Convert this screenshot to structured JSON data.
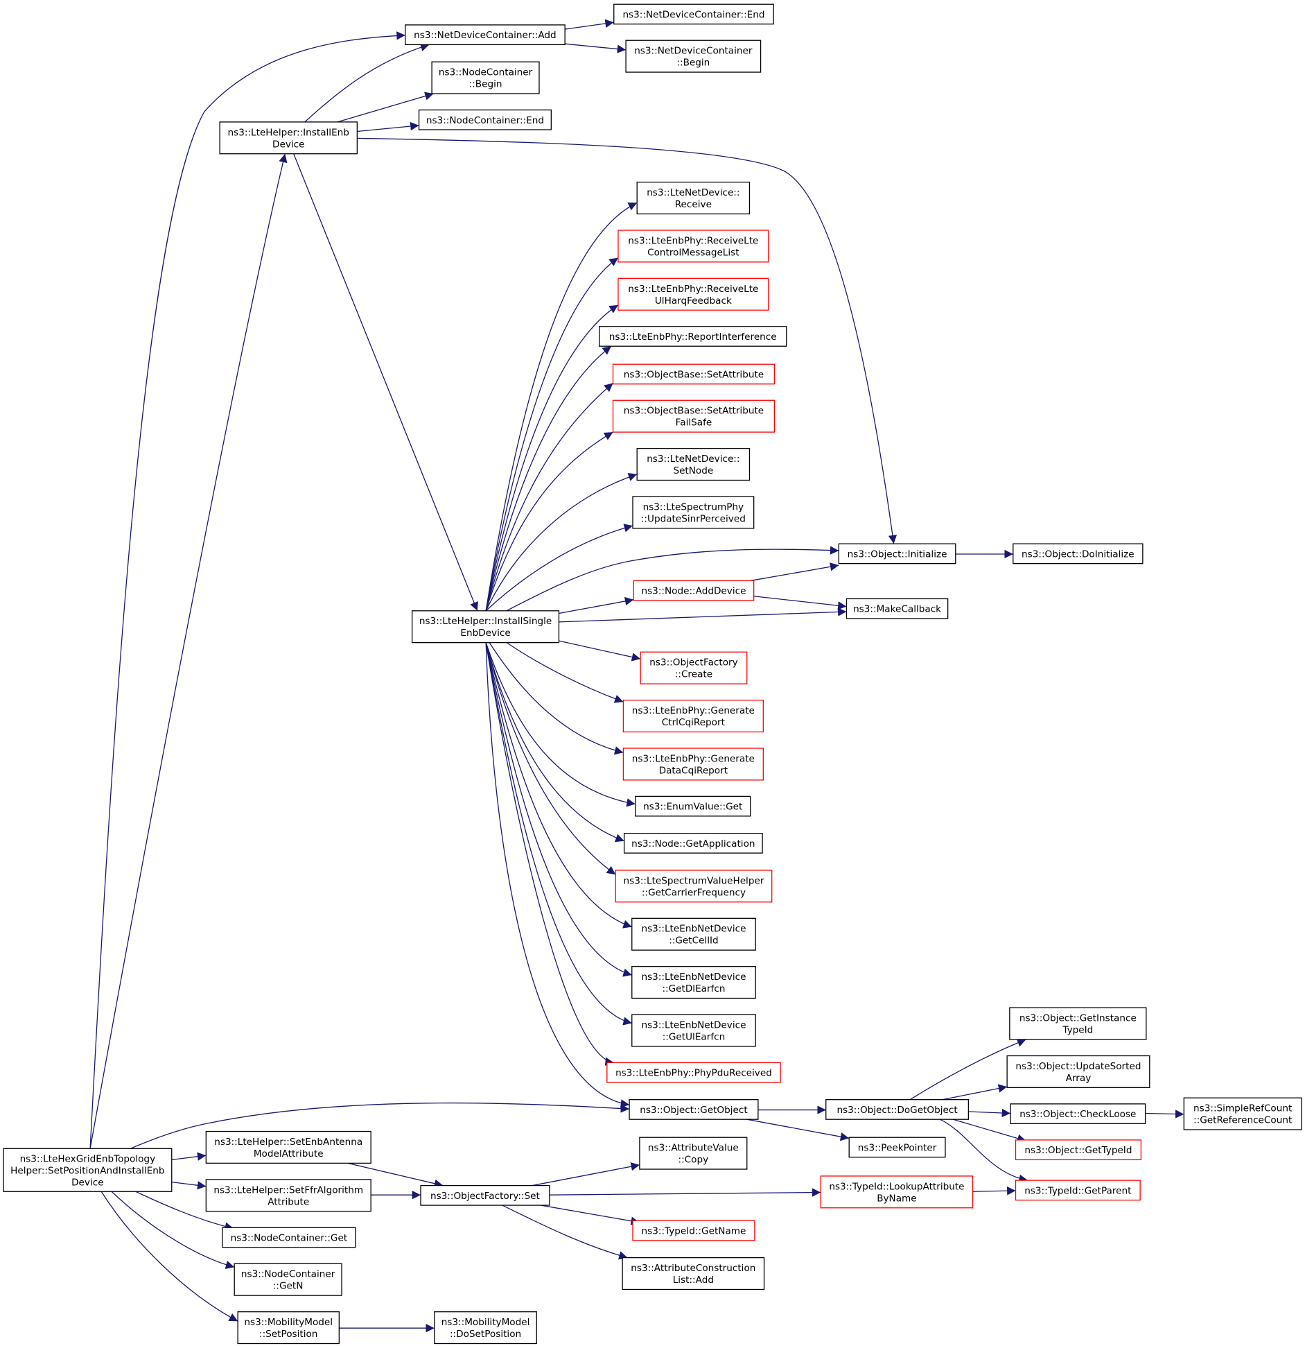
{
  "colors": {
    "edge": "#191970",
    "node_border": "#000000",
    "node_border_undocumented": "#ff0000",
    "root_fill": "#bfbfbf",
    "background": "#ffffff"
  },
  "nodes": [
    {
      "id": "root",
      "lines": [
        "ns3::LteHexGridEnbTopology",
        "Helper::SetPositionAndInstallEnb",
        "Device"
      ],
      "root": true
    },
    {
      "id": "installEnbDevice",
      "lines": [
        "ns3::LteHelper::InstallEnb",
        "Device"
      ]
    },
    {
      "id": "ndcAdd",
      "lines": [
        "ns3::NetDeviceContainer::Add"
      ]
    },
    {
      "id": "ndcEnd",
      "lines": [
        "ns3::NetDeviceContainer::End"
      ]
    },
    {
      "id": "ndcBegin",
      "lines": [
        "ns3::NetDeviceContainer",
        "::Begin"
      ]
    },
    {
      "id": "ncBegin",
      "lines": [
        "ns3::NodeContainer",
        "::Begin"
      ]
    },
    {
      "id": "ncEnd",
      "lines": [
        "ns3::NodeContainer::End"
      ]
    },
    {
      "id": "netDevReceive",
      "lines": [
        "ns3::LteNetDevice::",
        "Receive"
      ]
    },
    {
      "id": "recvCtrlMsg",
      "lines": [
        "ns3::LteEnbPhy::ReceiveLte",
        "ControlMessageList"
      ],
      "red": true
    },
    {
      "id": "recvUlHarq",
      "lines": [
        "ns3::LteEnbPhy::ReceiveLte",
        "UlHarqFeedback"
      ],
      "red": true
    },
    {
      "id": "reportInterference",
      "lines": [
        "ns3::LteEnbPhy::ReportInterference"
      ]
    },
    {
      "id": "setAttribute",
      "lines": [
        "ns3::ObjectBase::SetAttribute"
      ],
      "red": true
    },
    {
      "id": "setAttributeFailSafe",
      "lines": [
        "ns3::ObjectBase::SetAttribute",
        "FailSafe"
      ],
      "red": true
    },
    {
      "id": "netDevSetNode",
      "lines": [
        "ns3::LteNetDevice::",
        "SetNode"
      ]
    },
    {
      "id": "updateSinr",
      "lines": [
        "ns3::LteSpectrumPhy",
        "::UpdateSinrPerceived"
      ]
    },
    {
      "id": "objInitialize",
      "lines": [
        "ns3::Object::Initialize"
      ]
    },
    {
      "id": "objDoInitialize",
      "lines": [
        "ns3::Object::DoInitialize"
      ]
    },
    {
      "id": "nodeAddDevice",
      "lines": [
        "ns3::Node::AddDevice"
      ],
      "red": true
    },
    {
      "id": "makeCallback",
      "lines": [
        "ns3::MakeCallback"
      ]
    },
    {
      "id": "installSingle",
      "lines": [
        "ns3::LteHelper::InstallSingle",
        "EnbDevice"
      ]
    },
    {
      "id": "objFactoryCreate",
      "lines": [
        "ns3::ObjectFactory",
        "::Create"
      ],
      "red": true
    },
    {
      "id": "genCtrlCqi",
      "lines": [
        "ns3::LteEnbPhy::Generate",
        "CtrlCqiReport"
      ],
      "red": true
    },
    {
      "id": "genDataCqi",
      "lines": [
        "ns3::LteEnbPhy::Generate",
        "DataCqiReport"
      ],
      "red": true
    },
    {
      "id": "enumGet",
      "lines": [
        "ns3::EnumValue::Get"
      ]
    },
    {
      "id": "nodeGetApp",
      "lines": [
        "ns3::Node::GetApplication"
      ]
    },
    {
      "id": "getCarrierFreq",
      "lines": [
        "ns3::LteSpectrumValueHelper",
        "::GetCarrierFrequency"
      ],
      "red": true
    },
    {
      "id": "getCellId",
      "lines": [
        "ns3::LteEnbNetDevice",
        "::GetCellId"
      ]
    },
    {
      "id": "getDlEarfcn",
      "lines": [
        "ns3::LteEnbNetDevice",
        "::GetDlEarfcn"
      ]
    },
    {
      "id": "getUlEarfcn",
      "lines": [
        "ns3::LteEnbNetDevice",
        "::GetUlEarfcn"
      ]
    },
    {
      "id": "phyPduReceived",
      "lines": [
        "ns3::LteEnbPhy::PhyPduReceived"
      ],
      "red": true
    },
    {
      "id": "getObject",
      "lines": [
        "ns3::Object::GetObject"
      ]
    },
    {
      "id": "doGetObject",
      "lines": [
        "ns3::Object::DoGetObject"
      ]
    },
    {
      "id": "getInstanceTypeId",
      "lines": [
        "ns3::Object::GetInstance",
        "TypeId"
      ]
    },
    {
      "id": "updateSortedArray",
      "lines": [
        "ns3::Object::UpdateSorted",
        "Array"
      ]
    },
    {
      "id": "checkLoose",
      "lines": [
        "ns3::Object::CheckLoose"
      ]
    },
    {
      "id": "getRefCount",
      "lines": [
        "ns3::SimpleRefCount",
        "::GetReferenceCount"
      ]
    },
    {
      "id": "getTypeId",
      "lines": [
        "ns3::Object::GetTypeId"
      ],
      "red": true
    },
    {
      "id": "peekPointer",
      "lines": [
        "ns3::PeekPointer"
      ]
    },
    {
      "id": "setEnbAntenna",
      "lines": [
        "ns3::LteHelper::SetEnbAntenna",
        "ModelAttribute"
      ]
    },
    {
      "id": "setFfrAlgo",
      "lines": [
        "ns3::LteHelper::SetFfrAlgorithm",
        "Attribute"
      ]
    },
    {
      "id": "objFactorySet",
      "lines": [
        "ns3::ObjectFactory::Set"
      ]
    },
    {
      "id": "attrValueCopy",
      "lines": [
        "ns3::AttributeValue",
        "::Copy"
      ]
    },
    {
      "id": "lookupAttrByName",
      "lines": [
        "ns3::TypeId::LookupAttribute",
        "ByName"
      ],
      "red": true
    },
    {
      "id": "typeIdGetParent",
      "lines": [
        "ns3::TypeId::GetParent"
      ],
      "red": true
    },
    {
      "id": "typeIdGetName",
      "lines": [
        "ns3::TypeId::GetName"
      ],
      "red": true
    },
    {
      "id": "attrConstrAdd",
      "lines": [
        "ns3::AttributeConstruction",
        "List::Add"
      ]
    },
    {
      "id": "ncGet",
      "lines": [
        "ns3::NodeContainer::Get"
      ]
    },
    {
      "id": "ncGetN",
      "lines": [
        "ns3::NodeContainer",
        "::GetN"
      ]
    },
    {
      "id": "mmSetPosition",
      "lines": [
        "ns3::MobilityModel",
        "::SetPosition"
      ]
    },
    {
      "id": "mmDoSetPosition",
      "lines": [
        "ns3::MobilityModel",
        "::DoSetPosition"
      ]
    }
  ],
  "edges": [
    [
      "root",
      "ndcAdd"
    ],
    [
      "root",
      "installEnbDevice"
    ],
    [
      "root",
      "getObject"
    ],
    [
      "root",
      "setEnbAntenna"
    ],
    [
      "root",
      "setFfrAlgo"
    ],
    [
      "root",
      "ncGet"
    ],
    [
      "root",
      "ncGetN"
    ],
    [
      "root",
      "mmSetPosition"
    ],
    [
      "installEnbDevice",
      "ndcAdd"
    ],
    [
      "installEnbDevice",
      "ncBegin"
    ],
    [
      "installEnbDevice",
      "ncEnd"
    ],
    [
      "installEnbDevice",
      "objInitialize"
    ],
    [
      "installEnbDevice",
      "installSingle"
    ],
    [
      "ndcAdd",
      "ndcEnd"
    ],
    [
      "ndcAdd",
      "ndcBegin"
    ],
    [
      "installSingle",
      "netDevReceive"
    ],
    [
      "installSingle",
      "recvCtrlMsg"
    ],
    [
      "installSingle",
      "recvUlHarq"
    ],
    [
      "installSingle",
      "reportInterference"
    ],
    [
      "installSingle",
      "setAttribute"
    ],
    [
      "installSingle",
      "setAttributeFailSafe"
    ],
    [
      "installSingle",
      "netDevSetNode"
    ],
    [
      "installSingle",
      "updateSinr"
    ],
    [
      "installSingle",
      "objInitialize"
    ],
    [
      "installSingle",
      "nodeAddDevice"
    ],
    [
      "installSingle",
      "makeCallback"
    ],
    [
      "installSingle",
      "objFactoryCreate"
    ],
    [
      "installSingle",
      "genCtrlCqi"
    ],
    [
      "installSingle",
      "genDataCqi"
    ],
    [
      "installSingle",
      "enumGet"
    ],
    [
      "installSingle",
      "nodeGetApp"
    ],
    [
      "installSingle",
      "getCarrierFreq"
    ],
    [
      "installSingle",
      "getCellId"
    ],
    [
      "installSingle",
      "getDlEarfcn"
    ],
    [
      "installSingle",
      "getUlEarfcn"
    ],
    [
      "installSingle",
      "phyPduReceived"
    ],
    [
      "installSingle",
      "getObject"
    ],
    [
      "nodeAddDevice",
      "objInitialize"
    ],
    [
      "nodeAddDevice",
      "makeCallback"
    ],
    [
      "objInitialize",
      "objDoInitialize"
    ],
    [
      "getObject",
      "doGetObject"
    ],
    [
      "getObject",
      "peekPointer"
    ],
    [
      "doGetObject",
      "getInstanceTypeId"
    ],
    [
      "doGetObject",
      "updateSortedArray"
    ],
    [
      "doGetObject",
      "checkLoose"
    ],
    [
      "doGetObject",
      "getTypeId"
    ],
    [
      "doGetObject",
      "typeIdGetParent"
    ],
    [
      "checkLoose",
      "getRefCount"
    ],
    [
      "setEnbAntenna",
      "objFactorySet"
    ],
    [
      "setFfrAlgo",
      "objFactorySet"
    ],
    [
      "objFactorySet",
      "attrValueCopy"
    ],
    [
      "objFactorySet",
      "lookupAttrByName"
    ],
    [
      "objFactorySet",
      "typeIdGetName"
    ],
    [
      "objFactorySet",
      "attrConstrAdd"
    ],
    [
      "lookupAttrByName",
      "typeIdGetParent"
    ],
    [
      "mmSetPosition",
      "mmDoSetPosition"
    ]
  ]
}
